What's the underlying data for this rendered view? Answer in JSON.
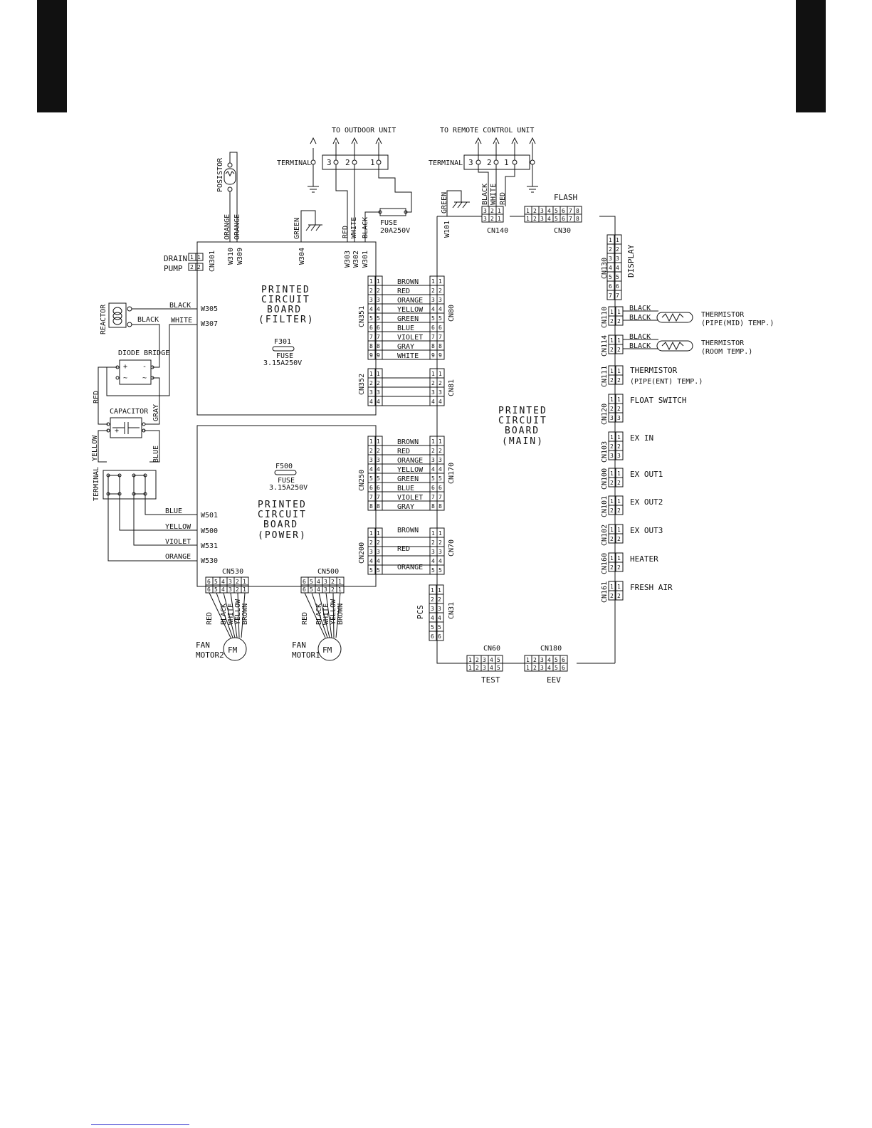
{
  "labels": {
    "to_outdoor_unit": "TO OUTDOOR UNIT",
    "to_remote_control_unit": "TO REMOTE CONTROL UNIT",
    "terminal": "TERMINAL",
    "terminal_vertical": "TERMINAL",
    "posistor": "POSISTOR",
    "drain_pump_1": "DRAIN",
    "drain_pump_2": "PUMP",
    "reactor": "REACTOR",
    "diode_bridge": "DIODE BRIDGE",
    "capacitor": "CAPACITOR",
    "fuse": "FUSE",
    "fuse_main_rating": "20A250V",
    "flash": "FLASH",
    "display": "DISPLAY",
    "pcs": "PCS",
    "test": "TEST",
    "eev": "EEV",
    "fan_motor2_1": "FAN",
    "fan_motor2_2": "MOTOR2",
    "fan_motor1_1": "FAN",
    "fan_motor1_2": "MOTOR1",
    "fm": "FM"
  },
  "boards": {
    "filter": {
      "line1": "PRINTED",
      "line2": "CIRCUIT",
      "line3": "BOARD",
      "line4": "(FILTER)",
      "fuse_id": "F301",
      "fuse_label": "FUSE",
      "fuse_rating": "3.15A250V"
    },
    "power": {
      "line1": "PRINTED",
      "line2": "CIRCUIT",
      "line3": "BOARD",
      "line4": "(POWER)",
      "fuse_id": "F500",
      "fuse_label": "FUSE",
      "fuse_rating": "3.15A250V"
    },
    "main": {
      "line1": "PRINTED",
      "line2": "CIRCUIT",
      "line3": "BOARD",
      "line4": "(MAIN)"
    }
  },
  "wires": {
    "w310": "W310",
    "w309": "W309",
    "w304": "W304",
    "w303": "W303",
    "w302": "W302",
    "w301": "W301",
    "w305": "W305",
    "w307": "W307",
    "w501": "W501",
    "w500": "W500",
    "w531": "W531",
    "w530": "W530",
    "w101": "W101"
  },
  "colors": {
    "red": "RED",
    "white": "WHITE",
    "black": "BLACK",
    "green": "GREEN",
    "orange": "ORANGE",
    "gray": "GRAY",
    "yellow": "YELLOW",
    "blue": "BLUE",
    "violet": "VIOLET",
    "brown": "BROWN"
  },
  "connectors": {
    "cn301": "CN301",
    "cn351": "CN351",
    "cn352": "CN352",
    "cn250": "CN250",
    "cn200": "CN200",
    "cn530": "CN530",
    "cn500": "CN500",
    "cn80": "CN80",
    "cn81": "CN81",
    "cn170": "CN170",
    "cn70": "CN70",
    "cn31": "CN31",
    "cn140": "CN140",
    "cn30": "CN30",
    "cn130": "CN130",
    "cn110": "CN110",
    "cn114": "CN114",
    "cn111": "CN111",
    "cn120": "CN120",
    "cn103": "CN103",
    "cn100": "CN100",
    "cn101": "CN101",
    "cn102": "CN102",
    "cn160": "CN160",
    "cn161": "CN161",
    "cn60": "CN60",
    "cn180": "CN180"
  },
  "cn351_colors": [
    "BROWN",
    "RED",
    "ORANGE",
    "YELLOW",
    "GREEN",
    "BLUE",
    "VIOLET",
    "GRAY",
    "WHITE"
  ],
  "cn250_colors": [
    "BROWN",
    "RED",
    "ORANGE",
    "YELLOW",
    "GREEN",
    "BLUE",
    "VIOLET",
    "GRAY"
  ],
  "cn200_labels": {
    "brown": "BROWN",
    "red": "RED",
    "orange": "ORANGE"
  },
  "peripherals": {
    "thermistor_mid_1": "THERMISTOR",
    "thermistor_mid_2": "(PIPE(MID) TEMP.)",
    "thermistor_room_1": "THERMISTOR",
    "thermistor_room_2": "(ROOM TEMP.)",
    "thermistor_ent_1": "THERMISTOR",
    "thermistor_ent_2": "(PIPE(ENT) TEMP.)",
    "float_switch": "FLOAT SWITCH",
    "ex_in": "EX IN",
    "ex_out1": "EX OUT1",
    "ex_out2": "EX OUT2",
    "ex_out3": "EX OUT3",
    "heater": "HEATER",
    "fresh_air": "FRESH AIR"
  },
  "symbols": {
    "plus": "+",
    "minus": "-",
    "tilde": "~"
  }
}
